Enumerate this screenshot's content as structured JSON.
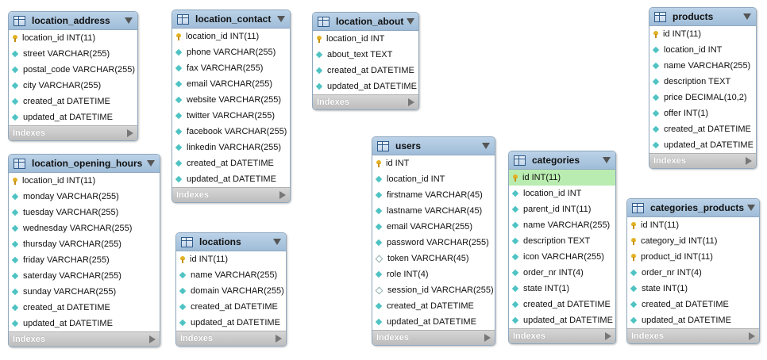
{
  "diagram": {
    "tables": [
      {
        "title": "location_address",
        "columns": [
          {
            "text": "location_id INT(11)",
            "icon": "primary-key-icon"
          },
          {
            "text": "street VARCHAR(255)",
            "icon": "column-icon"
          },
          {
            "text": "postal_code VARCHAR(255)",
            "icon": "column-icon"
          },
          {
            "text": "city VARCHAR(255)",
            "icon": "column-icon"
          },
          {
            "text": "created_at DATETIME",
            "icon": "column-icon"
          },
          {
            "text": "updated_at DATETIME",
            "icon": "column-icon"
          }
        ],
        "footer": "Indexes"
      },
      {
        "title": "location_opening_hours",
        "columns": [
          {
            "text": "location_id INT(11)",
            "icon": "primary-key-icon"
          },
          {
            "text": "monday VARCHAR(255)",
            "icon": "column-icon"
          },
          {
            "text": "tuesday VARCHAR(255)",
            "icon": "column-icon"
          },
          {
            "text": "wednesday VARCHAR(255)",
            "icon": "column-icon"
          },
          {
            "text": "thursday VARCHAR(255)",
            "icon": "column-icon"
          },
          {
            "text": "friday VARCHAR(255)",
            "icon": "column-icon"
          },
          {
            "text": "saterday VARCHAR(255)",
            "icon": "column-icon"
          },
          {
            "text": "sunday VARCHAR(255)",
            "icon": "column-icon"
          },
          {
            "text": "created_at DATETIME",
            "icon": "column-icon"
          },
          {
            "text": "updated_at DATETIME",
            "icon": "column-icon"
          }
        ],
        "footer": "Indexes"
      },
      {
        "title": "location_contact",
        "columns": [
          {
            "text": "location_id INT(11)",
            "icon": "primary-key-icon"
          },
          {
            "text": "phone VARCHAR(255)",
            "icon": "column-icon"
          },
          {
            "text": "fax VARCHAR(255)",
            "icon": "column-icon"
          },
          {
            "text": "email VARCHAR(255)",
            "icon": "column-icon"
          },
          {
            "text": "website VARCHAR(255)",
            "icon": "column-icon"
          },
          {
            "text": "twitter VARCHAR(255)",
            "icon": "column-icon"
          },
          {
            "text": "facebook VARCHAR(255)",
            "icon": "column-icon"
          },
          {
            "text": "linkedin VARCHAR(255)",
            "icon": "column-icon"
          },
          {
            "text": "created_at DATETIME",
            "icon": "column-icon"
          },
          {
            "text": "updated_at DATETIME",
            "icon": "column-icon"
          }
        ],
        "footer": "Indexes"
      },
      {
        "title": "locations",
        "columns": [
          {
            "text": "id INT(11)",
            "icon": "primary-key-icon"
          },
          {
            "text": "name VARCHAR(255)",
            "icon": "column-icon"
          },
          {
            "text": "domain VARCHAR(255)",
            "icon": "column-icon"
          },
          {
            "text": "created_at DATETIME",
            "icon": "column-icon"
          },
          {
            "text": "updated_at DATETIME",
            "icon": "column-icon"
          }
        ],
        "footer": "Indexes"
      },
      {
        "title": "location_about",
        "columns": [
          {
            "text": "location_id INT",
            "icon": "primary-key-icon"
          },
          {
            "text": "about_text TEXT",
            "icon": "column-icon"
          },
          {
            "text": "created_at DATETIME",
            "icon": "column-icon"
          },
          {
            "text": "updated_at DATETIME",
            "icon": "column-icon"
          }
        ],
        "footer": "Indexes"
      },
      {
        "title": "users",
        "columns": [
          {
            "text": "id INT",
            "icon": "primary-key-icon"
          },
          {
            "text": "location_id INT",
            "icon": "column-icon"
          },
          {
            "text": "firstname VARCHAR(45)",
            "icon": "column-icon"
          },
          {
            "text": "lastname VARCHAR(45)",
            "icon": "column-icon"
          },
          {
            "text": "email VARCHAR(255)",
            "icon": "column-icon"
          },
          {
            "text": "password VARCHAR(255)",
            "icon": "column-icon"
          },
          {
            "text": "token VARCHAR(45)",
            "icon": "nullable-column-icon"
          },
          {
            "text": "role INT(4)",
            "icon": "column-icon"
          },
          {
            "text": "session_id VARCHAR(255)",
            "icon": "nullable-column-icon"
          },
          {
            "text": "created_at DATETIME",
            "icon": "column-icon"
          },
          {
            "text": "updated_at DATETIME",
            "icon": "column-icon"
          }
        ],
        "footer": "Indexes"
      },
      {
        "title": "categories",
        "columns": [
          {
            "text": "id INT(11)",
            "icon": "primary-key-icon",
            "highlight": true
          },
          {
            "text": "location_id INT",
            "icon": "column-icon"
          },
          {
            "text": "parent_id INT(11)",
            "icon": "column-icon"
          },
          {
            "text": "name VARCHAR(255)",
            "icon": "column-icon"
          },
          {
            "text": "description TEXT",
            "icon": "column-icon"
          },
          {
            "text": "icon VARCHAR(255)",
            "icon": "column-icon"
          },
          {
            "text": "order_nr INT(4)",
            "icon": "column-icon"
          },
          {
            "text": "state INT(1)",
            "icon": "column-icon"
          },
          {
            "text": "created_at DATETIME",
            "icon": "column-icon"
          },
          {
            "text": "updated_at DATETIME",
            "icon": "column-icon"
          }
        ],
        "footer": "Indexes"
      },
      {
        "title": "products",
        "columns": [
          {
            "text": "id INT(11)",
            "icon": "primary-key-icon"
          },
          {
            "text": "location_id INT",
            "icon": "column-icon"
          },
          {
            "text": "name VARCHAR(255)",
            "icon": "column-icon"
          },
          {
            "text": "description TEXT",
            "icon": "column-icon"
          },
          {
            "text": "price DECIMAL(10,2)",
            "icon": "column-icon"
          },
          {
            "text": "offer INT(1)",
            "icon": "column-icon"
          },
          {
            "text": "created_at DATETIME",
            "icon": "column-icon"
          },
          {
            "text": "updated_at DATETIME",
            "icon": "column-icon"
          }
        ],
        "footer": "Indexes"
      },
      {
        "title": "categories_products",
        "columns": [
          {
            "text": "id INT(11)",
            "icon": "primary-key-icon"
          },
          {
            "text": "category_id INT(11)",
            "icon": "primary-key-icon"
          },
          {
            "text": "product_id INT(11)",
            "icon": "primary-key-icon"
          },
          {
            "text": "order_nr INT(4)",
            "icon": "column-icon"
          },
          {
            "text": "state INT(1)",
            "icon": "column-icon"
          },
          {
            "text": "created_at DATETIME",
            "icon": "column-icon"
          },
          {
            "text": "updated_at DATETIME",
            "icon": "column-icon"
          }
        ],
        "footer": "Indexes"
      }
    ],
    "colors": {
      "header": "#a9c4de",
      "border": "#8fa8bf",
      "footer": "#c8c8c8",
      "highlight_row": "#b9ecb0",
      "column_icon": "#4fc3c3",
      "primary_key_icon": "#e3b224"
    }
  }
}
